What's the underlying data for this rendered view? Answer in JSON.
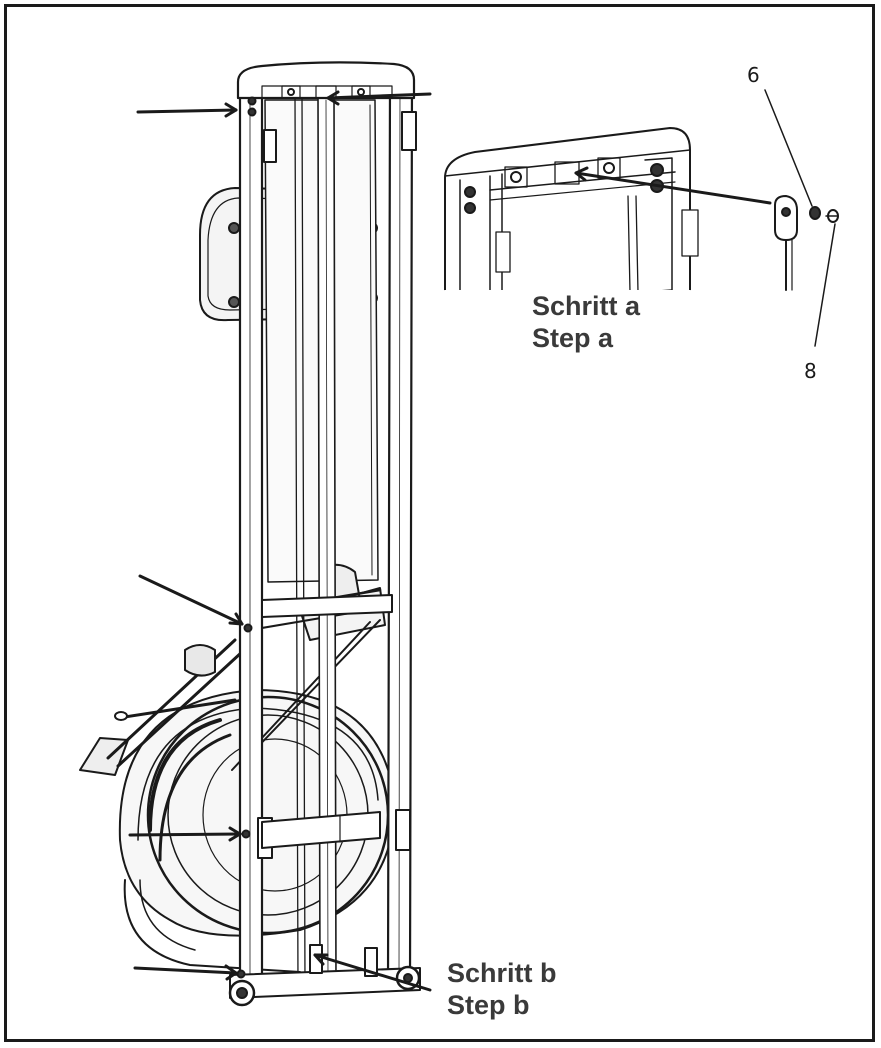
{
  "callouts": {
    "step_a": {
      "line1": "Schritt a",
      "line2": "Step a"
    },
    "step_b": {
      "line1": "Schritt b",
      "line2": "Step b"
    }
  },
  "part_numbers": {
    "washer": "6",
    "bolt": "8"
  },
  "colors": {
    "line": "#1a1a1a",
    "label": "#3a3a3a",
    "background": "#ffffff"
  }
}
